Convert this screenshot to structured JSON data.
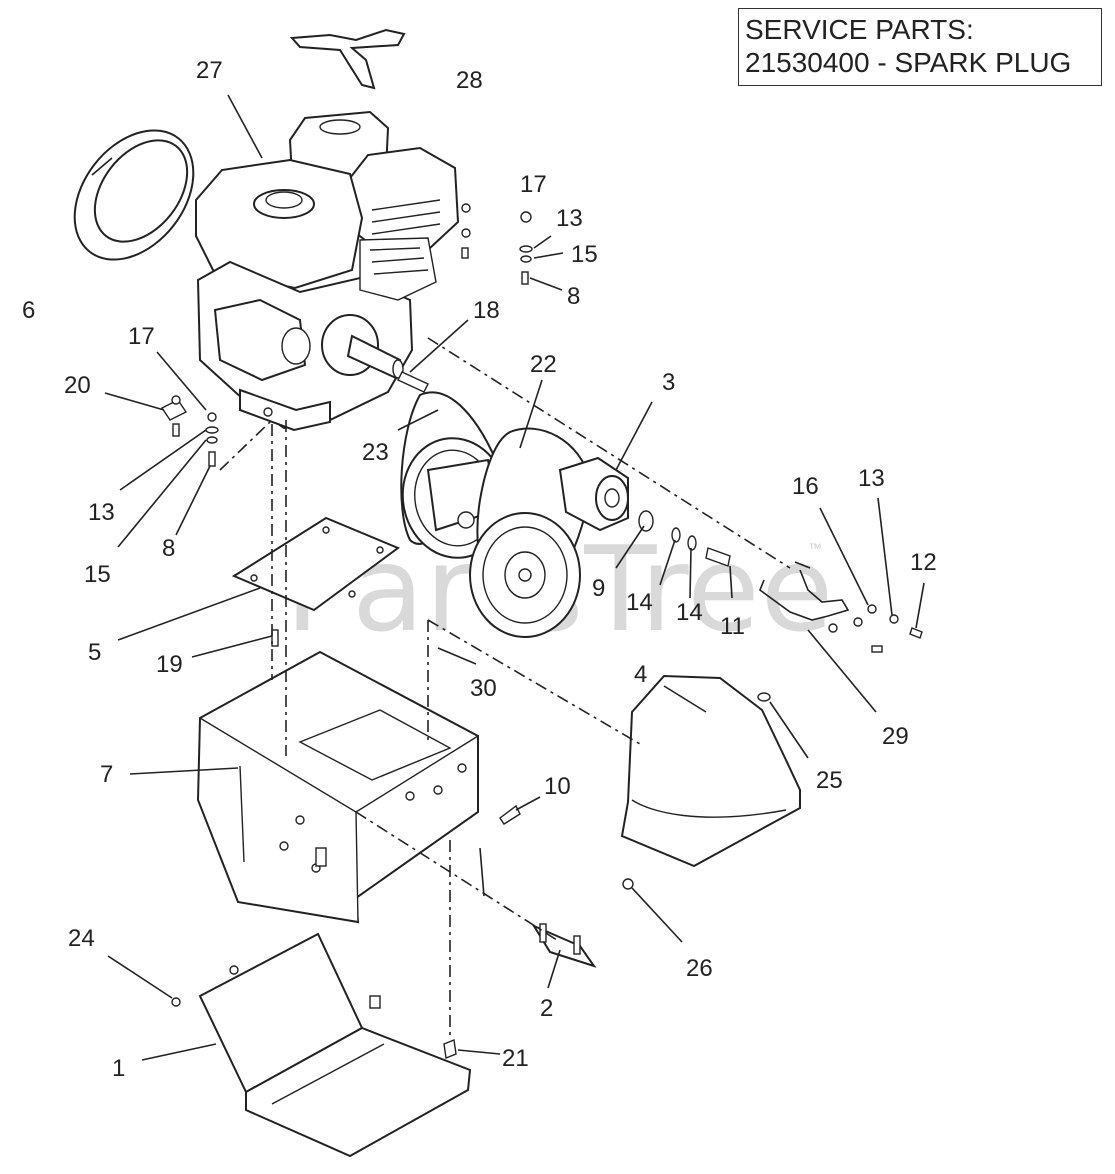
{
  "service_box": {
    "line1": "SERVICE PARTS:",
    "line2": "21530400 - SPARK PLUG"
  },
  "watermark": {
    "text": "PartsTree",
    "tm": "™"
  },
  "callouts": {
    "c27": "27",
    "c28": "28",
    "c6": "6",
    "c17a": "17",
    "c13a": "13",
    "c15a": "15",
    "c8a": "8",
    "c18": "18",
    "c17b": "17",
    "c20": "20",
    "c13b": "13",
    "c15b": "15",
    "c8b": "8",
    "c22": "22",
    "c3": "3",
    "c23": "23",
    "c16": "16",
    "c13c": "13",
    "c12": "12",
    "c9": "9",
    "c14a": "14",
    "c14b": "14",
    "c11": "11",
    "c29": "29",
    "c5": "5",
    "c19": "19",
    "c30": "30",
    "c4": "4",
    "c25": "25",
    "c7": "7",
    "c10": "10",
    "c26": "26",
    "c24": "24",
    "c2": "2",
    "c1": "1",
    "c21": "21"
  }
}
